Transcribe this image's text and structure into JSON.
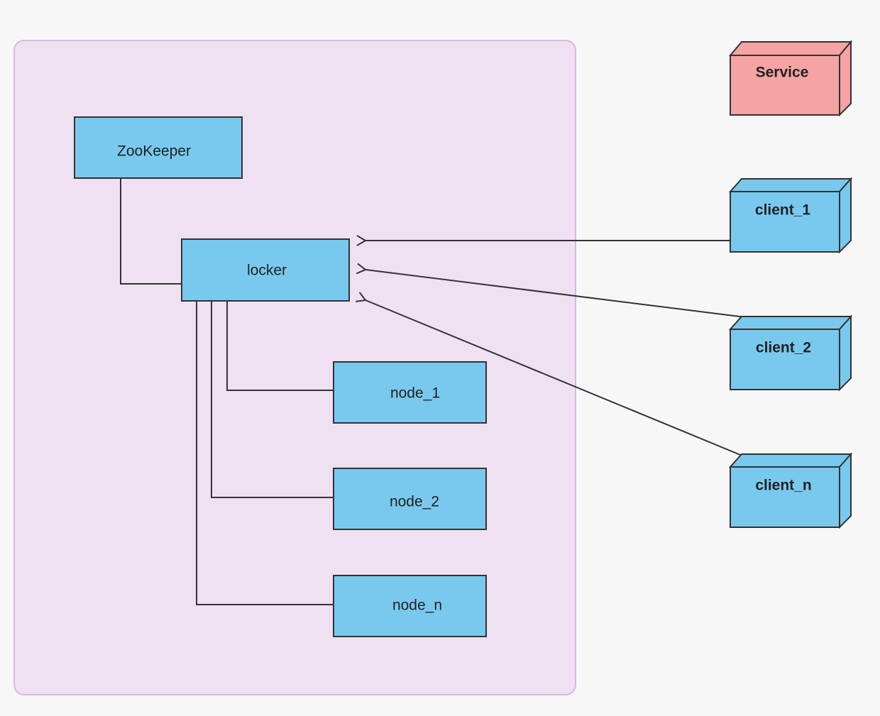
{
  "colors": {
    "background": "#f7f7f7",
    "container_fill": "#efe1f1",
    "container_stroke": "#d9b8e0",
    "box_fill": "#79c9ee",
    "service_fill": "#f5a3a3",
    "stroke": "#333333"
  },
  "nodes": {
    "zookeeper": "ZooKeeper",
    "locker": "locker",
    "node_1": "node_1",
    "node_2": "node_2",
    "node_n": "node_n"
  },
  "service": {
    "label": "Service"
  },
  "clients": {
    "client_1": "client_1",
    "client_2": "client_2",
    "client_n": "client_n"
  }
}
